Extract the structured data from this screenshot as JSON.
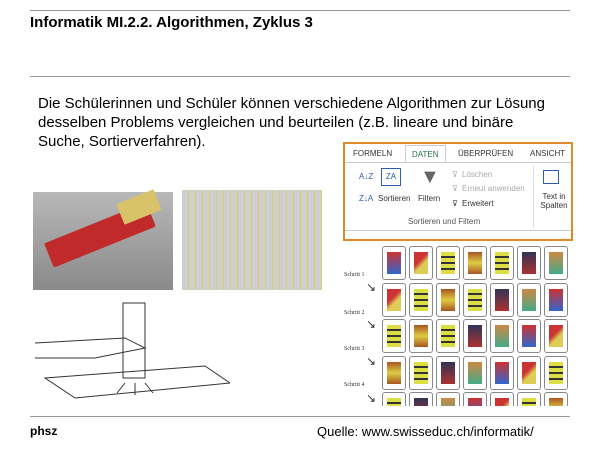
{
  "header": {
    "title": "Informatik MI.2.2. Algorithmen, Zyklus 3"
  },
  "body": {
    "text": "Die Schülerinnen und Schüler können verschiedene Algorithmen zur Lösung desselben Problems vergleichen und beurteilen (z.B. lineare und binäre Suche, Sortierverfahren)."
  },
  "ribbon": {
    "tabs": [
      "FORMELN",
      "DATEN",
      "ÜBERPRÜFEN",
      "ANSICHT"
    ],
    "active_tab": "DATEN",
    "sort_label": "Sortieren",
    "filter_label": "Filtern",
    "clear_label": "Löschen",
    "reapply_label": "Erneut anwenden",
    "advanced_label": "Erweitert",
    "text_to_columns_label": "Text in Spalten",
    "group_label": "Sortieren und Filtern",
    "accent": "#217346",
    "border_color": "#e08a2c"
  },
  "cards": {
    "steps": [
      "Schritt 1",
      "Schritt 2",
      "Schritt 3",
      "Schritt 4"
    ]
  },
  "footer": {
    "logo": "phsz",
    "source": "Quelle:  www.swisseduc.ch/informatik/"
  }
}
